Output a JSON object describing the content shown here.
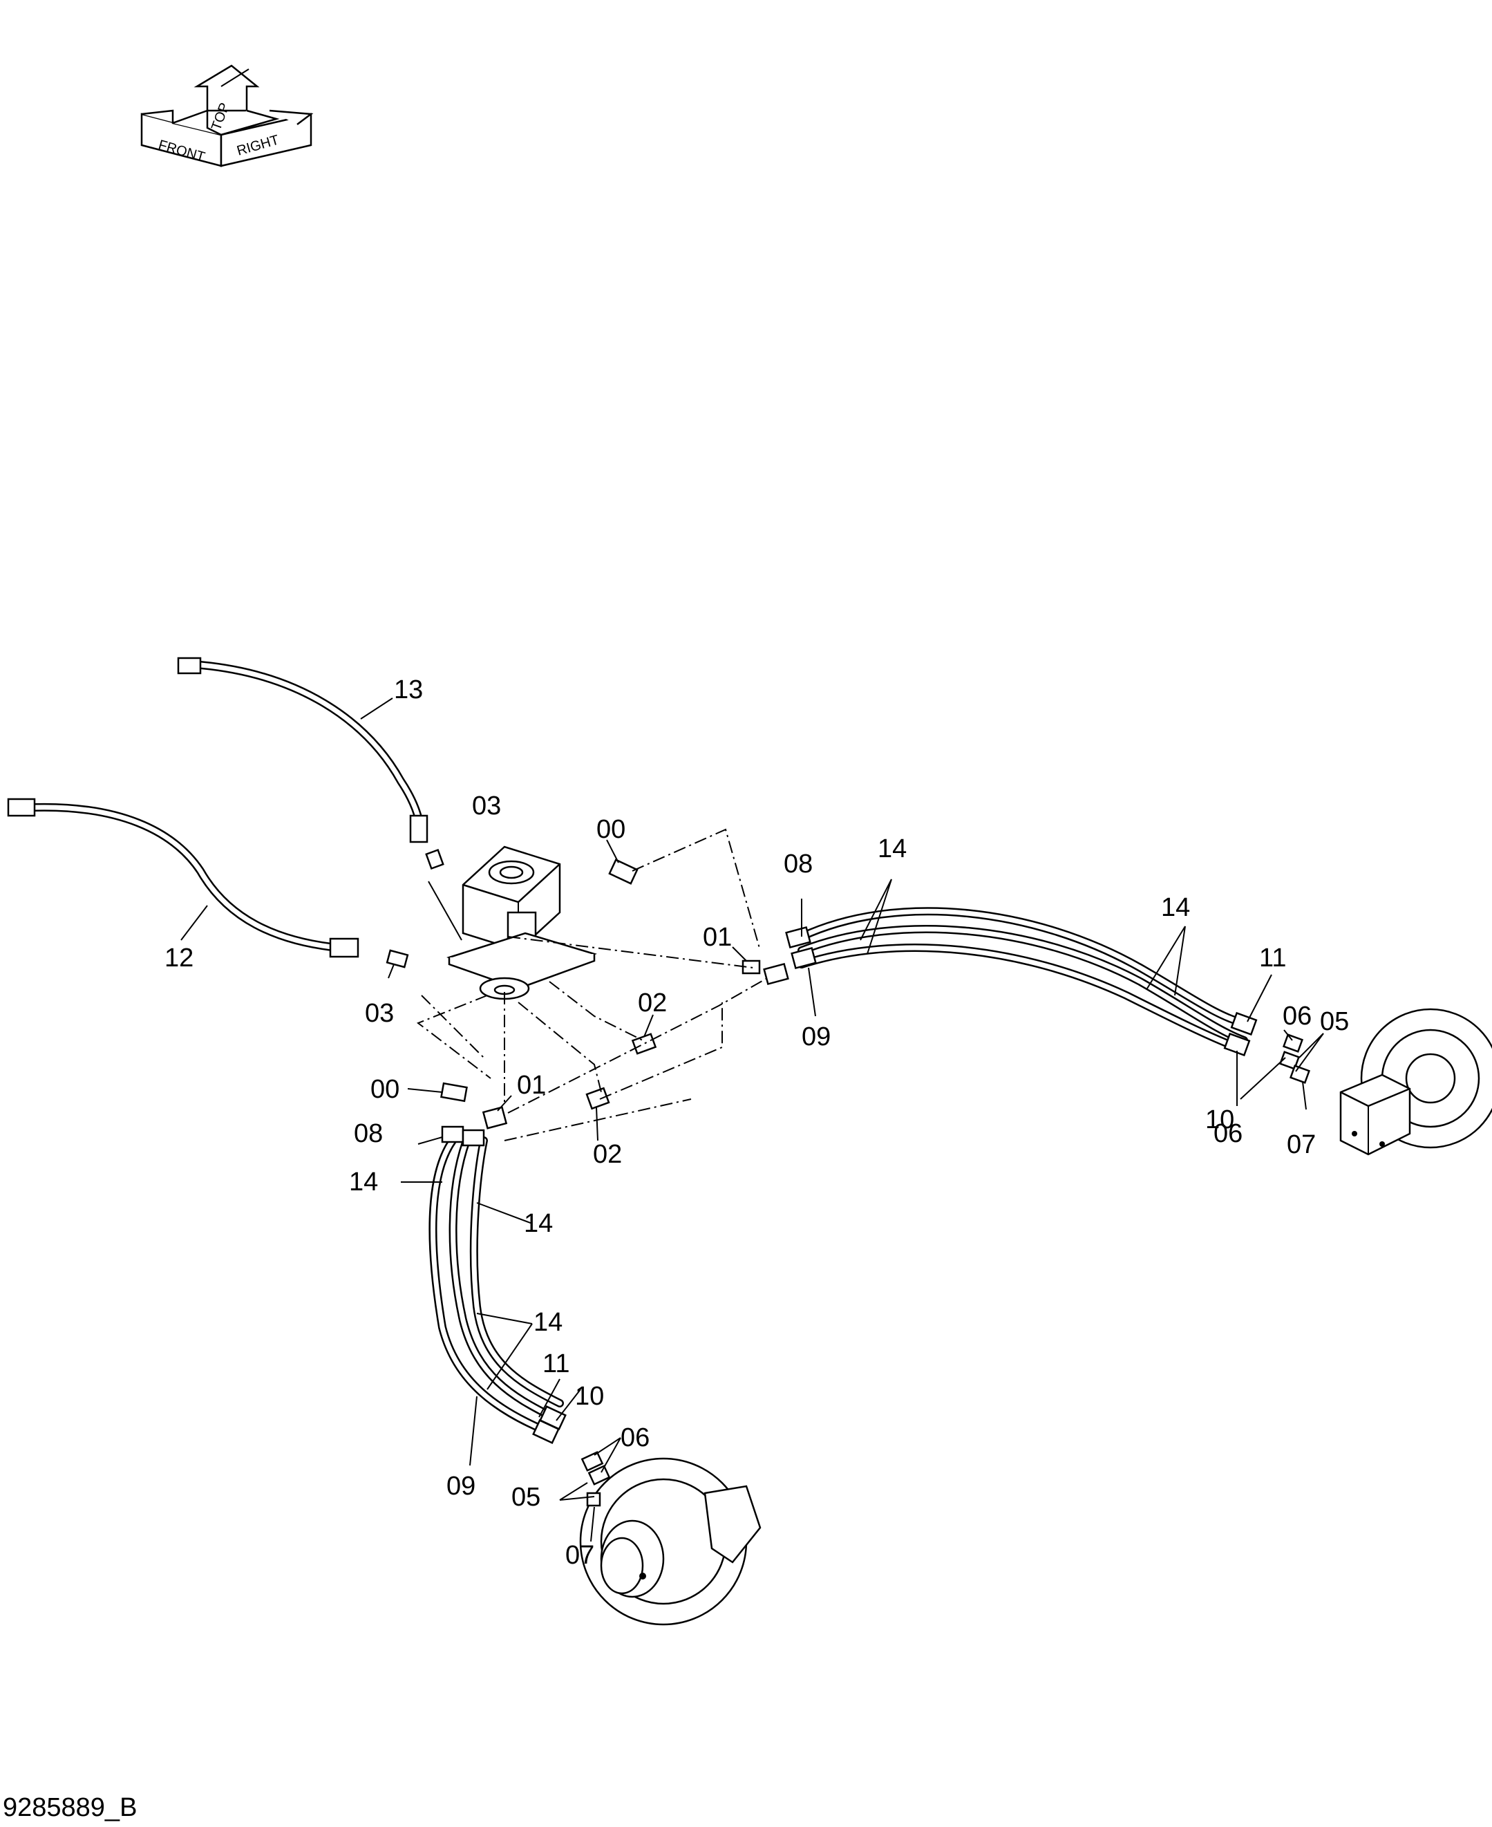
{
  "orientation": {
    "front": "FRONT",
    "top": "TOP",
    "right": "RIGHT"
  },
  "callouts": {
    "c13": "13",
    "c12": "12",
    "c03a": "03",
    "c03b": "03",
    "c00a": "00",
    "c00b": "00",
    "c01a": "01",
    "c01b": "01",
    "c02a": "02",
    "c02b": "02",
    "c08a": "08",
    "c08b": "08",
    "c09a": "09",
    "c09b": "09",
    "c14a": "14",
    "c14b": "14",
    "c14c": "14",
    "c14d": "14",
    "c14e": "14",
    "c11a": "11",
    "c11b": "11",
    "c10a": "10",
    "c10b": "10",
    "c06a": "06",
    "c06b": "06",
    "c06c": "06",
    "c05a": "05",
    "c05b": "05",
    "c07a": "07",
    "c07b": "07"
  },
  "document_id": "9285889_B"
}
